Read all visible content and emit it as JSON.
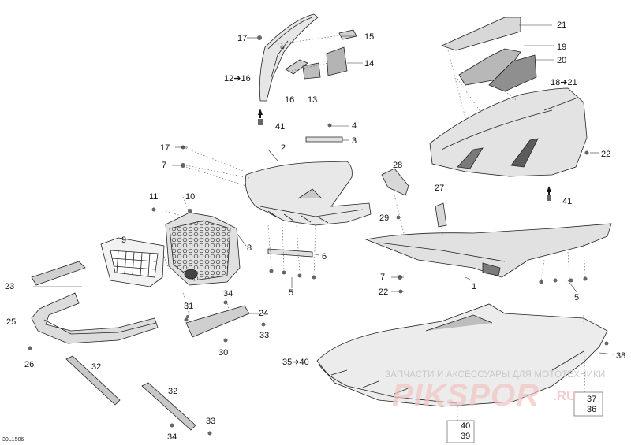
{
  "figure_code": "30L1506",
  "callouts": {
    "c1": "1",
    "c2": "2",
    "c3": "3",
    "c4": "4",
    "c5a": "5",
    "c5b": "5",
    "c6": "6",
    "c7a": "7",
    "c7b": "7",
    "c8": "8",
    "c9": "9",
    "c10": "10",
    "c11": "11",
    "c12_16": "12➜16",
    "c13": "13",
    "c14": "14",
    "c15": "15",
    "c16": "16",
    "c17a": "17",
    "c17b": "17",
    "c18_21": "18➜21",
    "c19": "19",
    "c20": "20",
    "c21": "21",
    "c22a": "22",
    "c22b": "22",
    "c23": "23",
    "c24": "24",
    "c25": "25",
    "c26": "26",
    "c27": "27",
    "c28": "28",
    "c29": "29",
    "c30": "30",
    "c31": "31",
    "c32a": "32",
    "c32b": "32",
    "c33a": "33",
    "c33b": "33",
    "c34a": "34",
    "c34b": "34",
    "c35_40": "35➜40",
    "c36": "36",
    "c37": "37",
    "c38": "38",
    "c39": "39",
    "c40": "40",
    "c41a": "41",
    "c41b": "41"
  },
  "watermark": {
    "line1": "ЗАПЧАСТИ И АКСЕССУАРЫ ДЛЯ МОТОТЕХНИКИ",
    "brand": "PIKSPOR",
    "suffix": ".RU"
  }
}
